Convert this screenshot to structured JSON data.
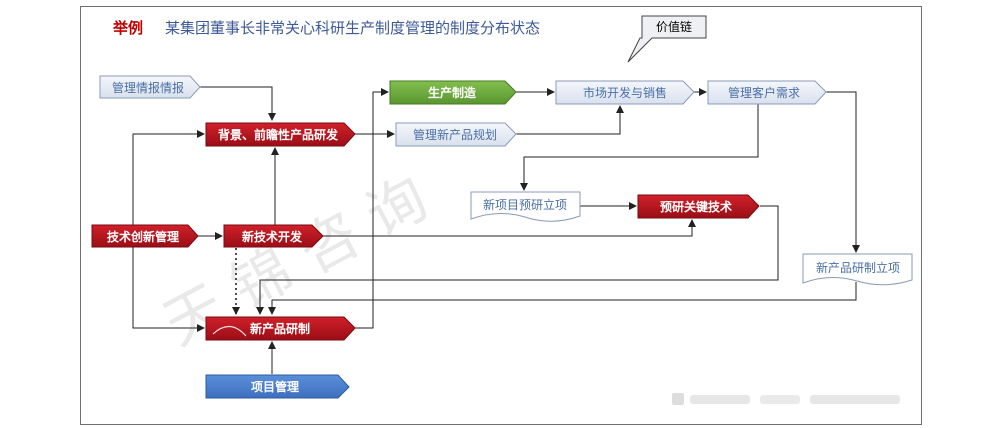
{
  "header": {
    "tag": "举例",
    "title": "某集团董事长非常关心科研生产制度管理的制度分布状态"
  },
  "callout": {
    "label": "价值链"
  },
  "nodes": {
    "mgmt_intel": "管理情报情报",
    "background_rd": "背景、前瞻性产品研发",
    "tech_innovation": "技术创新管理",
    "new_tech": "新技术开发",
    "new_product_rd": "新产品研制",
    "project_mgmt": "项目管理",
    "production": "生产制造",
    "new_product_plan": "管理新产品规划",
    "market_sales": "市场开发与销售",
    "customer_needs": "管理客户需求",
    "pre_research_project": "新项目预研立项",
    "pre_research_tech": "预研关键技术",
    "new_product_project": "新产品研制立项"
  },
  "watermark": {
    "text": "天 锦 咨 询"
  },
  "colors": {
    "red": "#b5121b",
    "green": "#6aa83a",
    "blue": "#4a7fcf",
    "light": "#e8edf5",
    "light_text": "#4a6fa5",
    "title_red": "#c00000",
    "title_blue": "#3d5a99"
  }
}
